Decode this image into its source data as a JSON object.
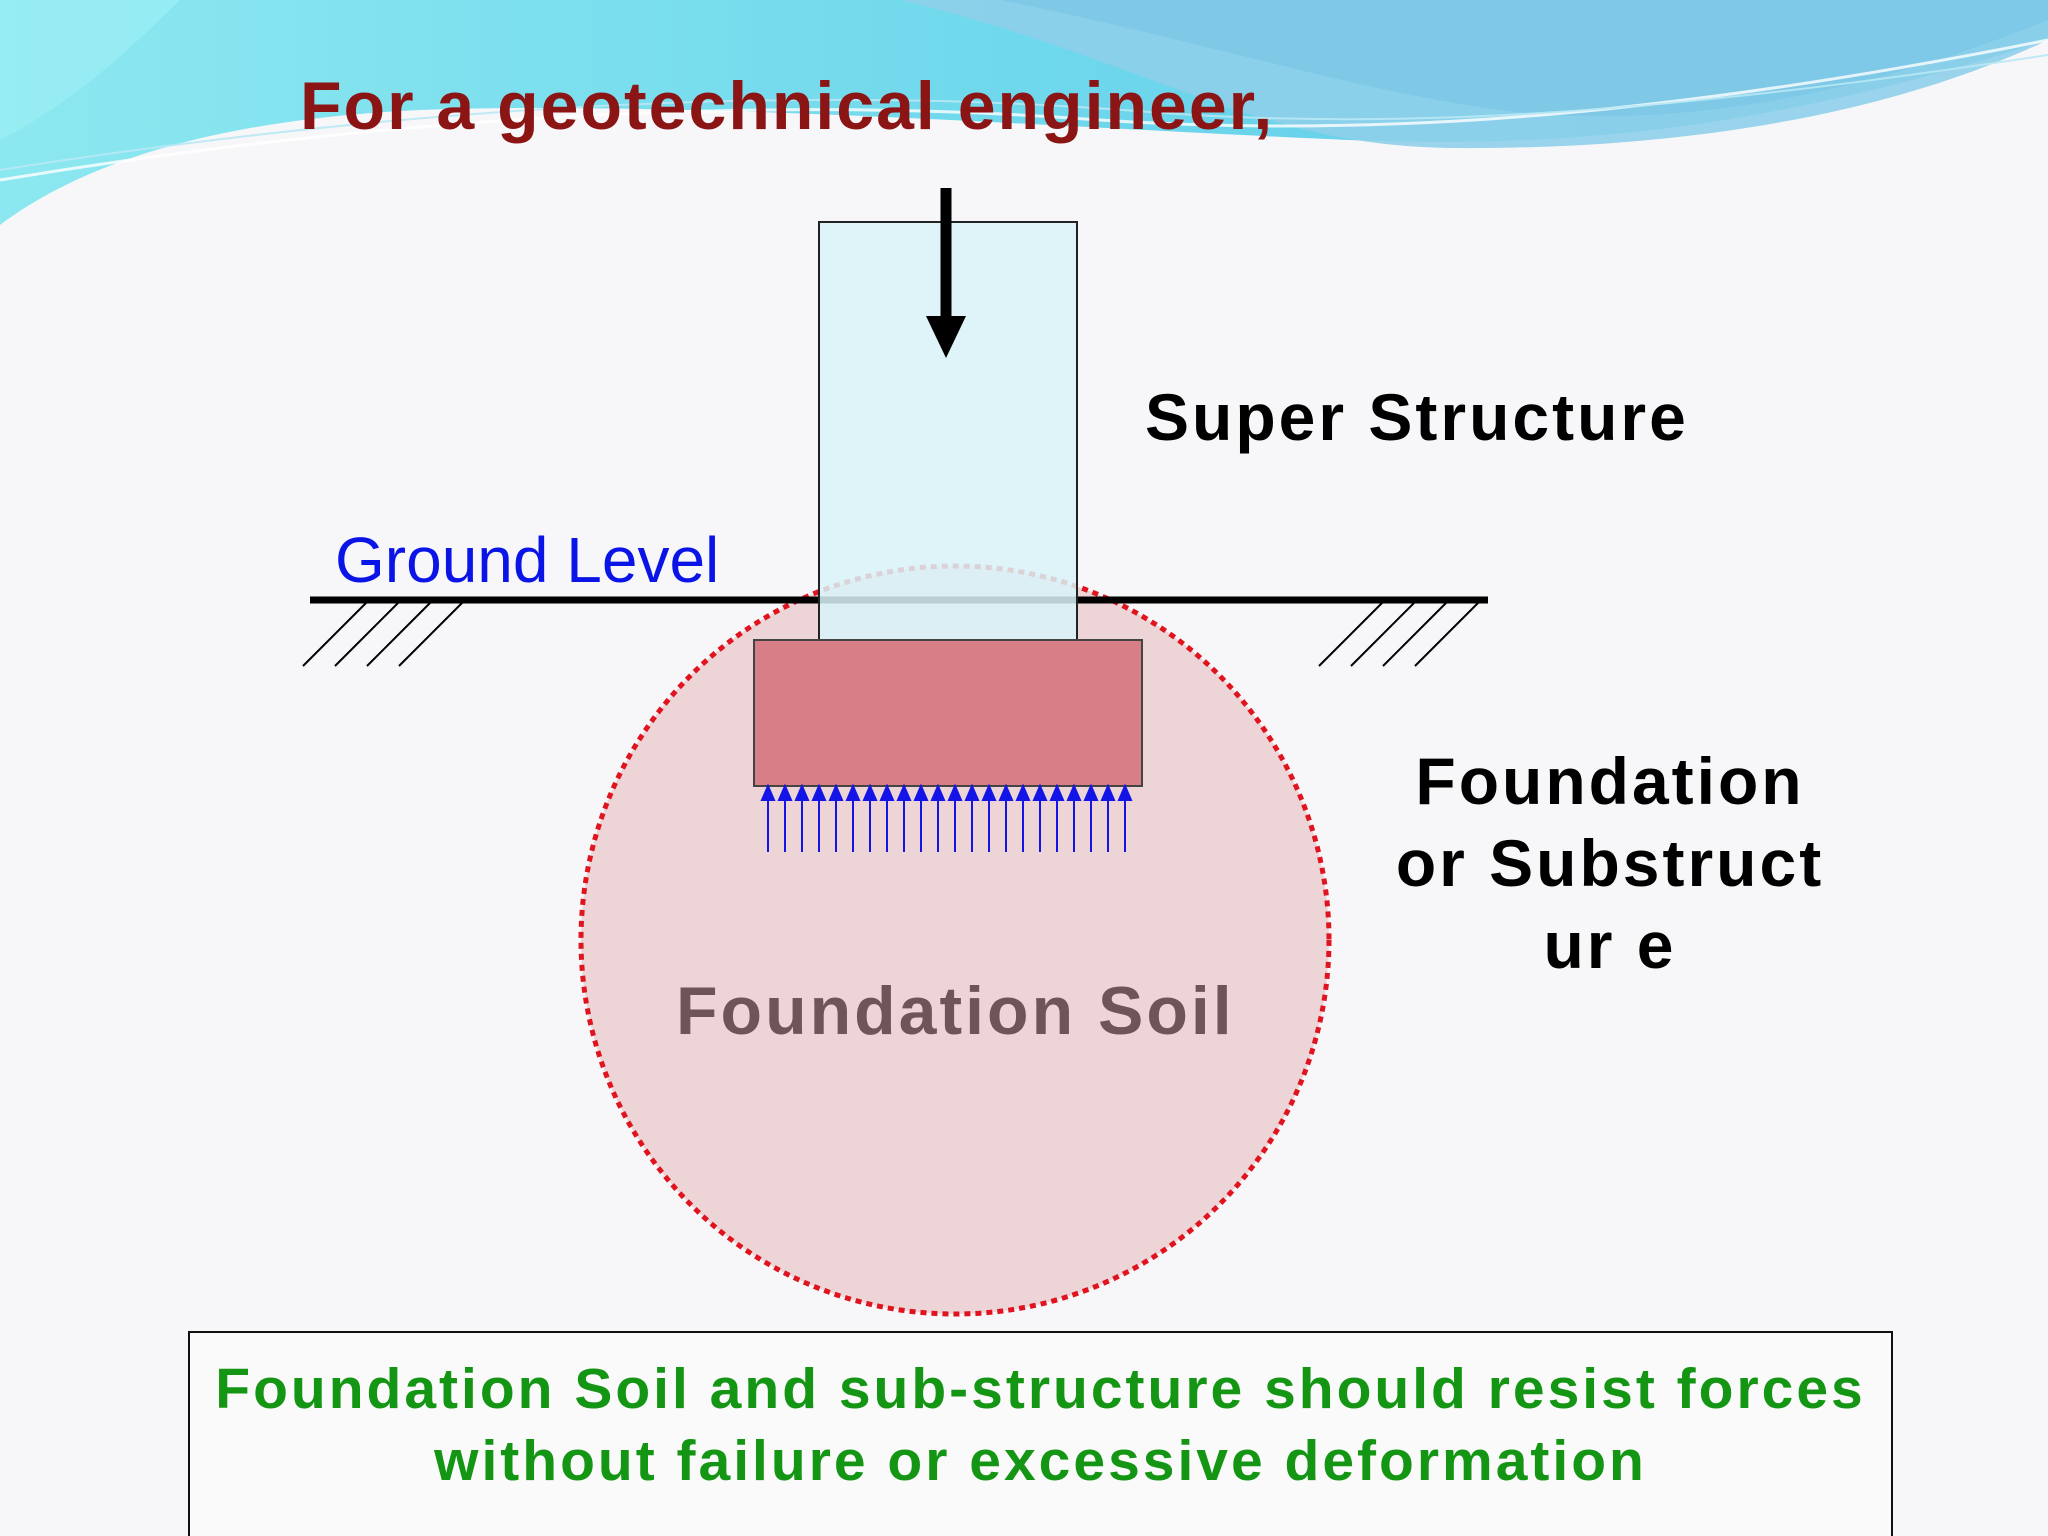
{
  "slide": {
    "title": "For a geotechnical engineer,",
    "super_structure_label": "Super Structure",
    "ground_level_label": "Ground Level",
    "foundation_label": "Foundation or Substructur e",
    "foundation_soil_label": "Foundation Soil",
    "conclusion_line_1": "Foundation Soil and sub-structure should resist forces",
    "conclusion_line_2": "without failure or excessive deformation"
  },
  "colors": {
    "title": "#8b1414",
    "ground_level": "#0a14e6",
    "conclusion": "#149614",
    "super_structure_fill": "#d9f3f9",
    "foundation_fill": "#d77e86",
    "soil_zone_fill": "#ecd4d7",
    "soil_zone_border": "#e0141e",
    "pressure_arrows": "#1414e6"
  }
}
